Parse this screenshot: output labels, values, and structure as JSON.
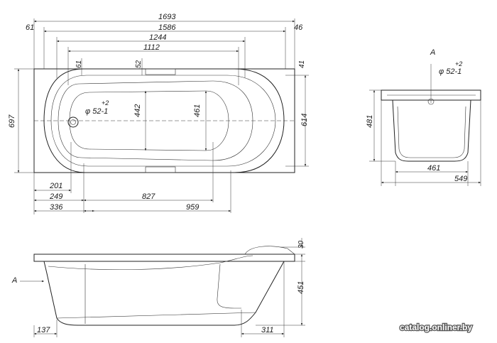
{
  "top_view": {
    "overall_length": "1693",
    "length_2": "1586",
    "length_3": "1244",
    "length_4": "1112",
    "left_margin": "61",
    "right_margin": "46",
    "inner_left_offset": "61",
    "rim_offset": "52",
    "right_rim": "41",
    "width": "697",
    "inner_width": "614",
    "basin_width_1": "442",
    "basin_width_2": "461",
    "drain_label": "φ 52-1",
    "drain_tol": "+2",
    "bottom_201": "201",
    "bottom_249": "249",
    "bottom_336": "336",
    "bottom_827": "827",
    "bottom_959": "959"
  },
  "end_view": {
    "view_letter": "A",
    "drain_label": "φ 52-1",
    "drain_tol": "+2",
    "height": "481",
    "bottom_width": "461",
    "total_width": "549"
  },
  "side_view": {
    "view_letter": "A",
    "rim_height": "30",
    "height": "451",
    "left_offset": "137",
    "right_offset": "311"
  },
  "watermark": "catalog.onliner.by"
}
